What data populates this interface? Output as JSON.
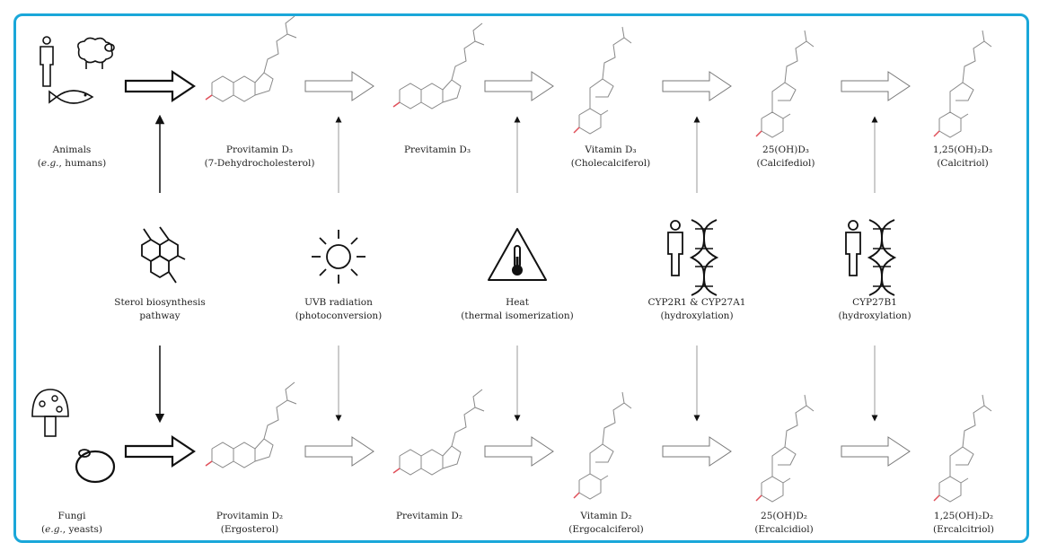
{
  "sources": {
    "animals": {
      "name": "Animals",
      "example_prefix": "(",
      "example_em": "e.g.",
      "example_rest": ", humans)"
    },
    "fungi": {
      "name": "Fungi",
      "example_prefix": "(",
      "example_em": "e.g.",
      "example_rest": ", yeasts)"
    }
  },
  "top_row": [
    {
      "line1": "Provitamin D₃",
      "line2": "(7-Dehydrocholesterol)"
    },
    {
      "line1": "Previtamin D₃",
      "line2": ""
    },
    {
      "line1": "Vitamin D₃",
      "line2": "(Cholecalciferol)"
    },
    {
      "line1": "25(OH)D₃",
      "line2": "(Calcifediol)"
    },
    {
      "line1": "1,25(OH)₂D₃",
      "line2": "(Calcitriol)"
    }
  ],
  "bottom_row": [
    {
      "line1": "Provitamin D₂",
      "line2": "(Ergosterol)"
    },
    {
      "line1": "Previtamin D₂",
      "line2": ""
    },
    {
      "line1": "Vitamin D₂",
      "line2": "(Ergocalciferol)"
    },
    {
      "line1": "25(OH)D₂",
      "line2": "(Ercalcidiol)"
    },
    {
      "line1": "1,25(OH)₂D₂",
      "line2": "(Ercalcitriol)"
    }
  ],
  "processes": [
    {
      "line1": "Sterol biosynthesis",
      "line2": "pathway",
      "icon": "sterol-molecule-icon"
    },
    {
      "line1": "UVB radiation",
      "line2": "(photoconversion)",
      "icon": "sun-icon"
    },
    {
      "line1": "Heat",
      "line2": "(thermal isomerization)",
      "icon": "heat-warning-icon"
    },
    {
      "line1": "CYP2R1 & CYP27A1",
      "line2": "(hydroxylation)",
      "icon": "human-dna-icon"
    },
    {
      "line1": "CYP27B1",
      "line2": "(hydroxylation)",
      "icon": "human-dna-icon"
    }
  ],
  "colors": {
    "frame": "#1aa7d9",
    "ink": "#222222",
    "faint": "#9a9a9a",
    "hydroxyl": "#e0505a"
  }
}
